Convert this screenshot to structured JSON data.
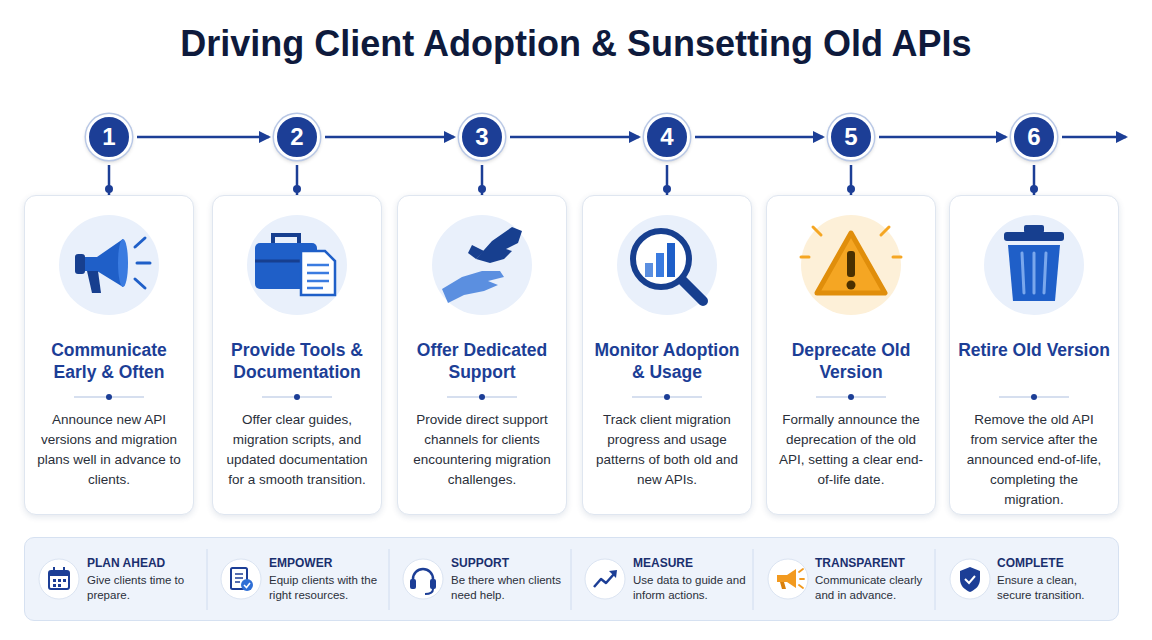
{
  "diagram": {
    "title": "Driving Client Adoption & Sunsetting Old APIs",
    "nodes": [
      {
        "text": [
          "1"
        ]
      },
      {
        "text": [
          "2"
        ]
      },
      {
        "text": [
          "3"
        ]
      },
      {
        "text": [
          "4"
        ]
      },
      {
        "text": [
          "5"
        ]
      },
      {
        "text": [
          "6"
        ]
      },
      {
        "text": [
          "Communicate Early & Often",
          "Announce new API versions and migration plans well in advance to clients."
        ]
      },
      {
        "text": [
          "Provide Tools & Documentation",
          "Offer clear guides, migration scripts, and updated documentation for a smooth transition."
        ]
      },
      {
        "text": [
          "Offer Dedicated Support",
          "Provide direct support channels for clients encountering migration challenges."
        ]
      },
      {
        "text": [
          "Monitor Adoption & Usage",
          "Track client migration progress and usage patterns of both old and new APIs."
        ]
      },
      {
        "text": [
          "Deprecate Old Version",
          "Formally announce the deprecation of the old API, setting a clear end-of-life date."
        ]
      },
      {
        "text": [
          "Retire Old Version",
          "Remove the old API from service after the announced end-of-life, completing the migration."
        ]
      },
      {
        "text": []
      },
      {
        "text": [
          "PLAN AHEAD",
          "Give clients time to prepare."
        ],
        "in": 12
      },
      {
        "text": [
          "EMPOWER",
          "Equip clients with the right resources."
        ],
        "in": 12
      },
      {
        "text": [
          "SUPPORT",
          "Be there when clients need help."
        ],
        "in": 12
      },
      {
        "text": [
          "MEASURE",
          "Use data to guide and inform actions."
        ],
        "in": 12
      },
      {
        "text": [
          "TRANSPARENT",
          "Communicate clearly and in advance."
        ],
        "in": 12
      },
      {
        "text": [
          "COMPLETE",
          "Ensure a clean, secure transition."
        ],
        "in": 12
      }
    ],
    "edges": [
      {
        "from": 0,
        "to": 1,
        "arrow": "to"
      },
      {
        "from": 1,
        "to": 2,
        "arrow": "to"
      },
      {
        "from": 2,
        "to": 3,
        "arrow": "to"
      },
      {
        "from": 3,
        "to": 4,
        "arrow": "to"
      },
      {
        "from": 4,
        "to": 5,
        "arrow": "to"
      },
      {
        "from": 0,
        "to": 6,
        "arrow": "none"
      },
      {
        "from": 1,
        "to": 7,
        "arrow": "none"
      },
      {
        "from": 2,
        "to": 8,
        "arrow": "none"
      },
      {
        "from": 3,
        "to": 9,
        "arrow": "none"
      },
      {
        "from": 4,
        "to": 10,
        "arrow": "none"
      },
      {
        "from": 5,
        "to": 11,
        "arrow": "none"
      }
    ]
  }
}
